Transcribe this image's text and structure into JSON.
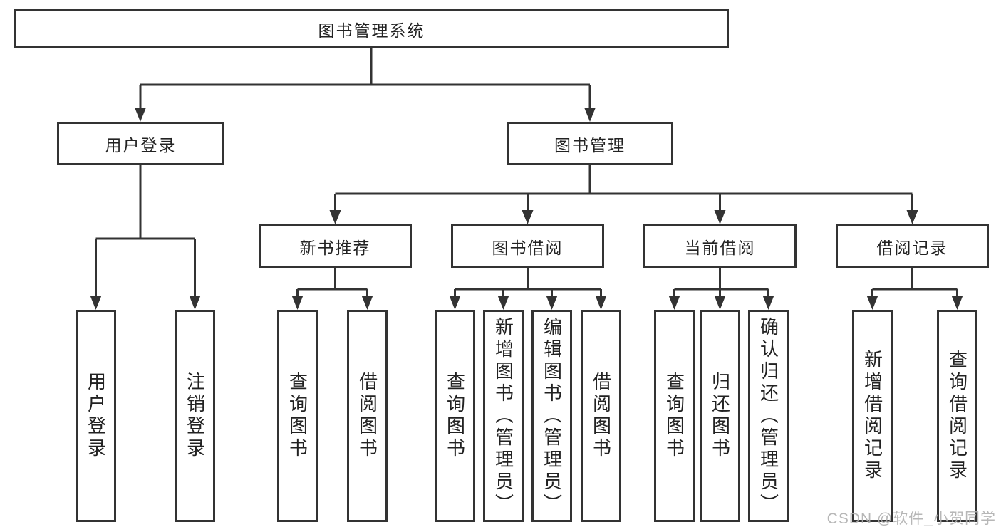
{
  "root": {
    "label": "图书管理系统"
  },
  "user_login": {
    "label": "用户登录",
    "children": [
      {
        "label": "用户登录"
      },
      {
        "label": "注销登录"
      }
    ]
  },
  "book_mgmt": {
    "label": "图书管理",
    "sections": {
      "new_books": {
        "label": "新书推荐",
        "children": [
          {
            "label": "查询图书"
          },
          {
            "label": "借阅图书"
          }
        ]
      },
      "borrowing": {
        "label": "图书借阅",
        "children": [
          {
            "label": "查询图书"
          },
          {
            "label": "新增图书（管理员）"
          },
          {
            "label": "编辑图书（管理员）"
          },
          {
            "label": "借阅图书"
          }
        ]
      },
      "current": {
        "label": "当前借阅",
        "children": [
          {
            "label": "查询图书"
          },
          {
            "label": "归还图书"
          },
          {
            "label": "确认归还（管理员）"
          }
        ]
      },
      "records": {
        "label": "借阅记录",
        "children": [
          {
            "label": "新增借阅记录"
          },
          {
            "label": "查询借阅记录"
          }
        ]
      }
    }
  },
  "watermark": {
    "text": "CSDN @软件_小贺同学"
  },
  "colors": {
    "line": "#333333",
    "text": "#222222",
    "watermark": "#b0b0b0",
    "background": "#ffffff"
  }
}
